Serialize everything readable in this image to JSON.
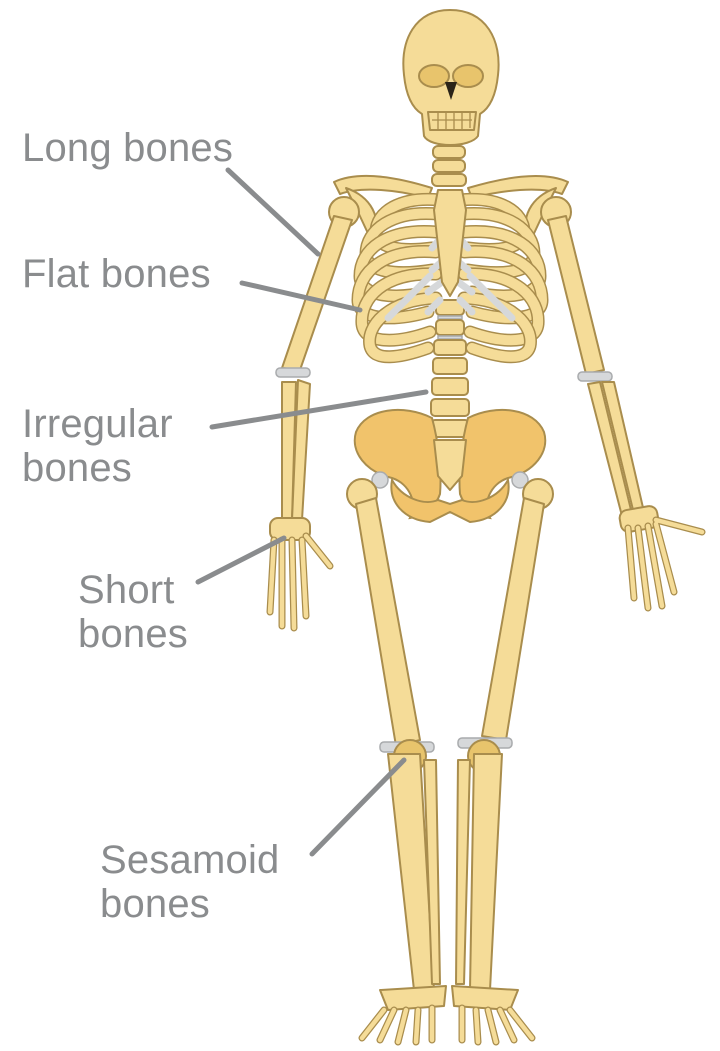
{
  "labels": {
    "long": {
      "line1": "Long bones"
    },
    "flat": {
      "line1": "Flat bones"
    },
    "irregular": {
      "line1": "Irregular",
      "line2": "bones"
    },
    "short": {
      "line1": "Short",
      "line2": "bones"
    },
    "sesamoid": {
      "line1": "Sesamoid",
      "line2": "bones"
    }
  },
  "colors": {
    "bone": "#f5dc98",
    "bone_dark": "#e8c46c",
    "pelvis": "#f1c36b",
    "outline": "#a98d4d",
    "cartilage": "#d6d8da",
    "leader": "#8a8c8e",
    "label_text": "#8a8c8e"
  }
}
